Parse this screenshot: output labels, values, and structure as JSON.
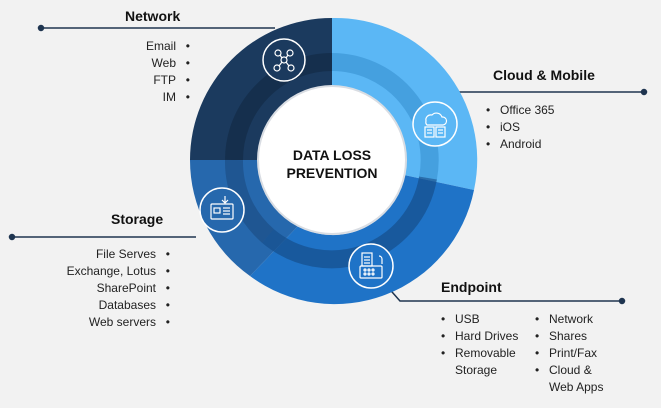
{
  "center": {
    "line1": "DATA LOSS",
    "line2": "PREVENTION"
  },
  "colors": {
    "network": "#1b3a5e",
    "cloud": "#5bb7f5",
    "endpoint": "#1f73c7",
    "storage": "#2565a8",
    "inner_dark": "#173555",
    "line": "#1f3550"
  },
  "sections": {
    "network": {
      "title": "Network",
      "items": [
        "Email",
        "Web",
        "FTP",
        "IM"
      ],
      "icon": "network-nodes-icon"
    },
    "cloud": {
      "title": "Cloud & Mobile",
      "items": [
        "Office 365",
        "iOS",
        "Android"
      ],
      "icon": "cloud-server-icon"
    },
    "endpoint": {
      "title": "Endpoint",
      "items_left": [
        "USB",
        "Hard Drives",
        "Removable Storage"
      ],
      "items_right": [
        "Network",
        "Shares",
        "Print/Fax",
        "Cloud & Web Apps"
      ],
      "icon": "document-device-icon"
    },
    "storage": {
      "title": "Storage",
      "items": [
        "File Serves",
        "Exchange, Lotus",
        "SharePoint",
        "Databases",
        "Web servers"
      ],
      "icon": "storage-device-icon"
    }
  }
}
